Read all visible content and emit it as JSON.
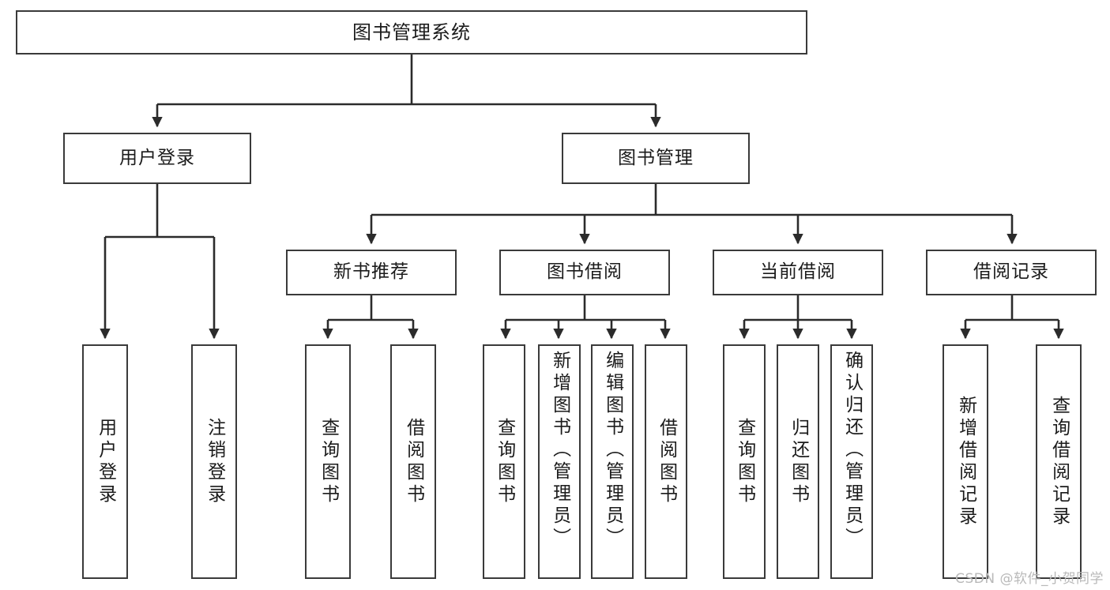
{
  "diagram": {
    "type": "tree",
    "title": "图书管理系统",
    "colors": {
      "background": "#ffffff",
      "box_border": "#3a3a3a",
      "box_fill": "#ffffff",
      "connector": "#2b2b2b",
      "text": "#1b1b1b",
      "watermark": "#b9b9b9"
    },
    "root": {
      "label": "图书管理系统"
    },
    "level1": [
      {
        "label": "用户登录"
      },
      {
        "label": "图书管理"
      }
    ],
    "level2": [
      {
        "label": "新书推荐"
      },
      {
        "label": "图书借阅"
      },
      {
        "label": "当前借阅"
      },
      {
        "label": "借阅记录"
      }
    ],
    "leaves": {
      "user_login": [
        {
          "label": "用户登录"
        },
        {
          "label": "注销登录"
        }
      ],
      "new_book_recommend": [
        {
          "label": "查询图书"
        },
        {
          "label": "借阅图书"
        }
      ],
      "book_borrow": [
        {
          "label": "查询图书"
        },
        {
          "label": "新增图书（管理员）"
        },
        {
          "label": "编辑图书（管理员）"
        },
        {
          "label": "借阅图书"
        }
      ],
      "current_borrow": [
        {
          "label": "查询图书"
        },
        {
          "label": "归还图书"
        },
        {
          "label": "确认归还（管理员）"
        }
      ],
      "borrow_record": [
        {
          "label": "新增借阅记录"
        },
        {
          "label": "查询借阅记录"
        }
      ]
    }
  },
  "watermark": {
    "text": "CSDN @软件_小贺同学"
  }
}
